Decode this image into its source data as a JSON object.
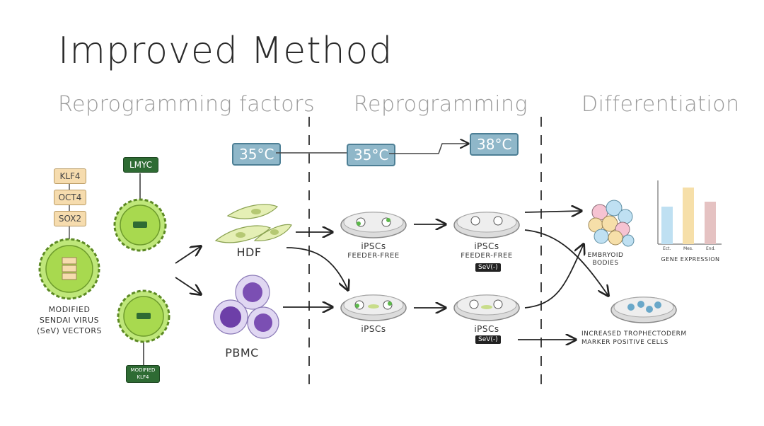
{
  "title": "Improved Method",
  "sections": {
    "factors": "Reprogramming factors",
    "reprogramming": "Reprogramming",
    "differentiation": "Differentiation"
  },
  "temperatures": {
    "t1": "35°C",
    "t2": "35°C",
    "t3": "38°C"
  },
  "factor_tags": [
    "KLF4",
    "OCT4",
    "SOX2"
  ],
  "lmyc_tag": "LMYC",
  "modified_klf4_tag": {
    "line1": "MODIFIED",
    "line2": "KLF4"
  },
  "sendai_label": {
    "line1": "MODIFIED",
    "line2": "SENDAI VIRUS",
    "line3": "(SeV) VECTORS"
  },
  "cells": {
    "hdf": "HDF",
    "pbmc": "PBMC"
  },
  "dishes": {
    "d1": {
      "line1": "iPSCs",
      "line2": "FEEDER-FREE"
    },
    "d2": {
      "line1": "iPSCs",
      "line2": "FEEDER-FREE",
      "badge": "SeV(-)"
    },
    "d3": {
      "line1": "iPSCs"
    },
    "d4": {
      "line1": "iPSCs",
      "badge": "SeV(-)"
    }
  },
  "embryoid": {
    "line1": "EMBRYOID",
    "line2": "BODIES"
  },
  "gene_expression": {
    "label": "GENE EXPRESSION",
    "categories": [
      "Ect.",
      "Mes.",
      "End."
    ]
  },
  "trophectoderm": {
    "line1": "INCREASED TROPHECTODERM",
    "line2": "MARKER POSITIVE CELLS"
  },
  "colors": {
    "virus": "#a8d94f",
    "virus_outline": "#5d8a24",
    "temp_fill": "#8fb7c9",
    "tag_fill": "#f6dcae",
    "dark_green": "#2e6b33",
    "ect": "#bfe0f2",
    "mes": "#f6dfa9",
    "end": "#e5c2c2"
  }
}
